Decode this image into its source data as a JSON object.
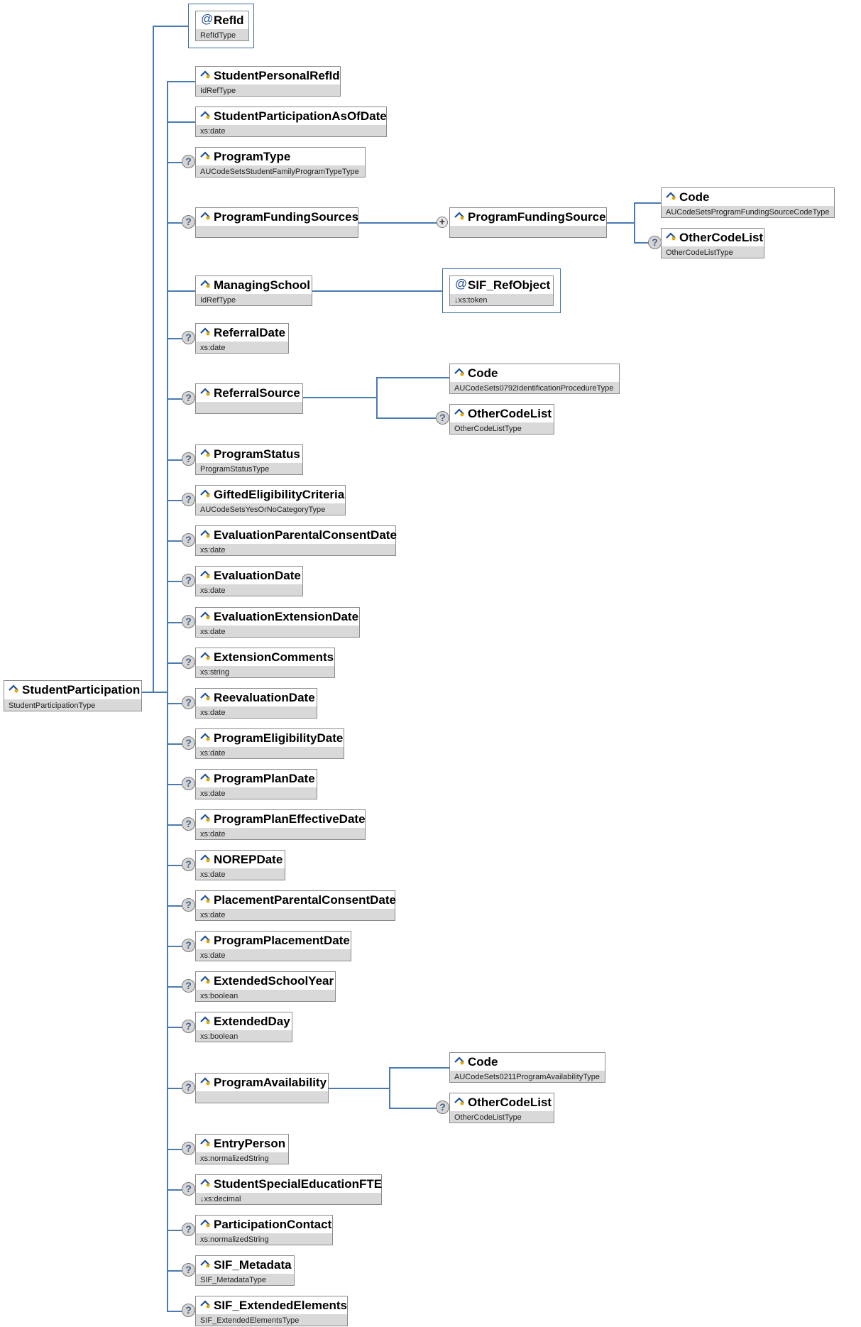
{
  "root": {
    "name": "StudentParticipation",
    "type": "StudentParticipationType"
  },
  "attribute": {
    "name": "RefId",
    "type": "RefIdType"
  },
  "elements": [
    {
      "name": "StudentPersonalRefId",
      "type": "IdRefType",
      "optional": false
    },
    {
      "name": "StudentParticipationAsOfDate",
      "type": "xs:date",
      "optional": false
    },
    {
      "name": "ProgramType",
      "type": "AUCodeSetsStudentFamilyProgramTypeType",
      "optional": true
    },
    {
      "name": "ProgramFundingSources",
      "type": "",
      "optional": true
    },
    {
      "name": "ManagingSchool",
      "type": "IdRefType",
      "optional": false
    },
    {
      "name": "ReferralDate",
      "type": "xs:date",
      "optional": true
    },
    {
      "name": "ReferralSource",
      "type": "",
      "optional": true
    },
    {
      "name": "ProgramStatus",
      "type": "ProgramStatusType",
      "optional": true
    },
    {
      "name": "GiftedEligibilityCriteria",
      "type": "AUCodeSetsYesOrNoCategoryType",
      "optional": true
    },
    {
      "name": "EvaluationParentalConsentDate",
      "type": "xs:date",
      "optional": true
    },
    {
      "name": "EvaluationDate",
      "type": "xs:date",
      "optional": true
    },
    {
      "name": "EvaluationExtensionDate",
      "type": "xs:date",
      "optional": true
    },
    {
      "name": "ExtensionComments",
      "type": "xs:string",
      "optional": true
    },
    {
      "name": "ReevaluationDate",
      "type": "xs:date",
      "optional": true
    },
    {
      "name": "ProgramEligibilityDate",
      "type": "xs:date",
      "optional": true
    },
    {
      "name": "ProgramPlanDate",
      "type": "xs:date",
      "optional": true
    },
    {
      "name": "ProgramPlanEffectiveDate",
      "type": "xs:date",
      "optional": true
    },
    {
      "name": "NOREPDate",
      "type": "xs:date",
      "optional": true
    },
    {
      "name": "PlacementParentalConsentDate",
      "type": "xs:date",
      "optional": true
    },
    {
      "name": "ProgramPlacementDate",
      "type": "xs:date",
      "optional": true
    },
    {
      "name": "ExtendedSchoolYear",
      "type": "xs:boolean",
      "optional": true
    },
    {
      "name": "ExtendedDay",
      "type": "xs:boolean",
      "optional": true
    },
    {
      "name": "ProgramAvailability",
      "type": "",
      "optional": true
    },
    {
      "name": "EntryPerson",
      "type": "xs:normalizedString",
      "optional": true
    },
    {
      "name": "StudentSpecialEducationFTE",
      "type": "↓xs:decimal",
      "optional": true
    },
    {
      "name": "ParticipationContact",
      "type": "xs:normalizedString",
      "optional": true
    },
    {
      "name": "SIF_Metadata",
      "type": "SIF_MetadataType",
      "optional": true
    },
    {
      "name": "SIF_ExtendedElements",
      "type": "SIF_ExtendedElementsType",
      "optional": true
    }
  ],
  "program_funding_source": {
    "name": "ProgramFundingSource",
    "type": ""
  },
  "funding_code": {
    "name": "Code",
    "type": "AUCodeSetsProgramFundingSourceCodeType"
  },
  "funding_other": {
    "name": "OtherCodeList",
    "type": "OtherCodeListType"
  },
  "sif_refobject": {
    "name": "SIF_RefObject",
    "type": "↓xs:token"
  },
  "referral_code": {
    "name": "Code",
    "type": "AUCodeSets0792IdentificationProcedureType"
  },
  "referral_other": {
    "name": "OtherCodeList",
    "type": "OtherCodeListType"
  },
  "availability_code": {
    "name": "Code",
    "type": "AUCodeSets0211ProgramAvailabilityType"
  },
  "availability_other": {
    "name": "OtherCodeList",
    "type": "OtherCodeListType"
  },
  "symbols": {
    "optional": "?",
    "plus": "+"
  },
  "colors": {
    "connector": "#4a7ab4",
    "type_band": "#d9d9d9",
    "icon_blue": "#1f4e99",
    "icon_gold": "#e0a800"
  }
}
